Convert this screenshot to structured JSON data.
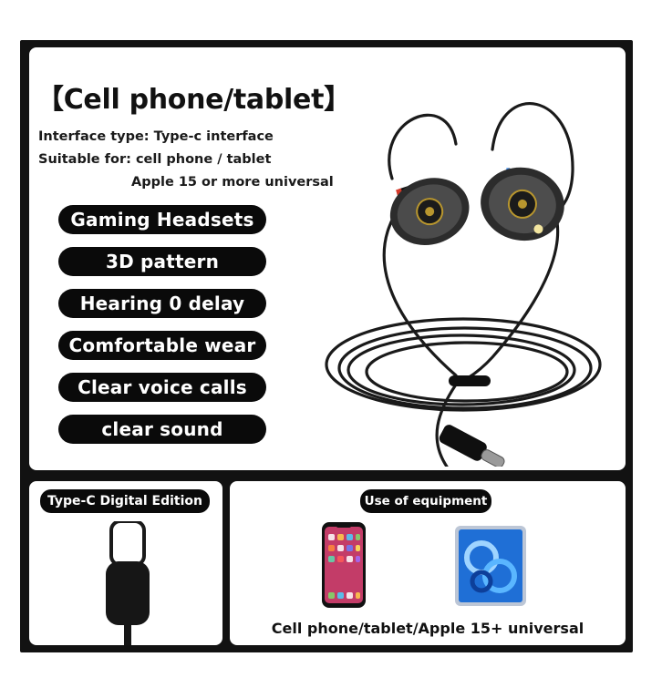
{
  "main": {
    "title": "【Cell phone/tablet】",
    "specs": {
      "interface": "Interface type: Type-c interface",
      "suitable": "Suitable for: cell phone / tablet",
      "apple": "Apple 15 or more universal"
    },
    "features": [
      "Gaming Headsets",
      "3D pattern",
      "Hearing 0 delay",
      "Comfortable wear",
      "Clear voice calls",
      "clear sound"
    ]
  },
  "left_panel": {
    "tag": "Type-C Digital Edition"
  },
  "right_panel": {
    "tag": "Use of equipment",
    "caption": "Cell phone/tablet/Apple 15+ universal"
  },
  "colors": {
    "frame": "#121212",
    "pill": "#0a0a0a",
    "accent_red": "#d63a2a",
    "accent_blue": "#2a7de1"
  }
}
